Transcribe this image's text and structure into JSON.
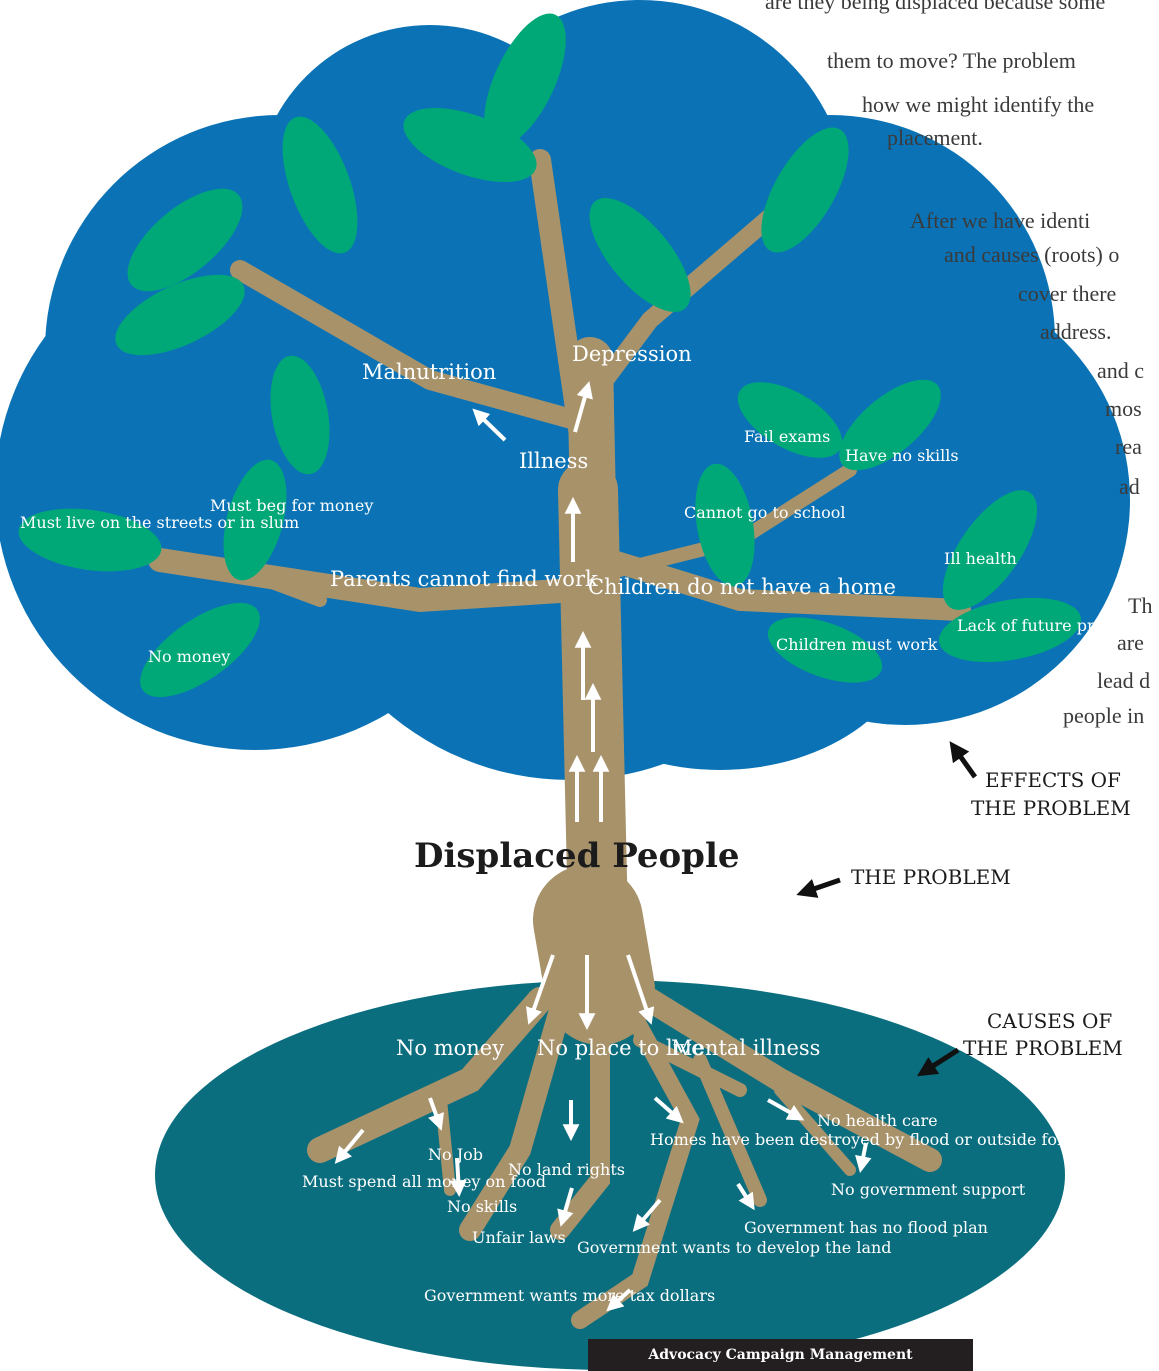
{
  "body_text": {
    "line1": "are they being displaced because some",
    "line2": "them to move? The problem",
    "line3": "how we might identify the",
    "line4": "placement.",
    "line5": "After we have identi",
    "line6": "and causes (roots) o",
    "line7": "cover there",
    "line8": "address.",
    "line9": "and c",
    "line10": "mos",
    "line11": "rea",
    "line12": "ad",
    "line13": "Th",
    "line14": "are",
    "line15": "lead d",
    "line16": "people in"
  },
  "callouts": {
    "effects_line1": "EFFECTS OF",
    "effects_line2": "THE PROBLEM",
    "problem": "THE PROBLEM",
    "causes_line1": "CAUSES OF",
    "causes_line2": "THE PROBLEM"
  },
  "problem": "Displaced People",
  "effects": {
    "malnutrition": "Malnutrition",
    "depression": "Depression",
    "illness": "Illness",
    "parents_cannot_find_work": "Parents cannot find work",
    "children_no_home": "Children do not have a home",
    "fail_exams": "Fail exams",
    "have_no_skills": "Have no skills",
    "cannot_go_to_school": "Cannot go to school",
    "ill_health": "Ill health",
    "lack_of_future_prospects": "Lack of future prospects",
    "children_must_work": "Children must work",
    "must_beg_for_money": "Must beg for money",
    "must_live_on_streets": "Must live on the streets or in slum",
    "no_money": "No money"
  },
  "causes": {
    "no_money": "No money",
    "no_place_to_live": "No place to live",
    "mental_illness": "Mental illness",
    "no_health_care": "No health care",
    "homes_destroyed": "Homes have been destroyed by flood or outside forces",
    "no_job": "No Job",
    "no_land_rights": "No land rights",
    "must_spend_all_money": "Must spend all money on food",
    "no_skills": "No skills",
    "no_government_support": "No government support",
    "unfair_laws": "Unfair laws",
    "government_develop_land": "Government wants to develop the land",
    "government_no_flood_plan": "Government has no flood plan",
    "government_tax_dollars": "Government wants more tax dollars"
  },
  "footer": "Advocacy Campaign Management",
  "colors": {
    "canopy": "#0b73b5",
    "leaf": "#00a878",
    "trunk": "#a8926a",
    "roots_area": "#0b6e7f"
  }
}
